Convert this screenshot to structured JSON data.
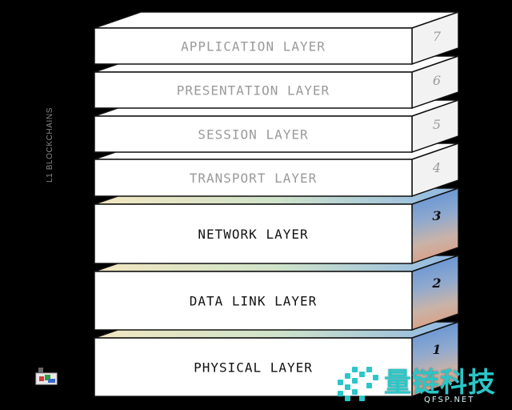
{
  "side_caption": "L1 BLOCKCHAINS",
  "layers": [
    {
      "label": "APPLICATION LAYER",
      "number": "7",
      "highlighted": false
    },
    {
      "label": "PRESENTATION LAYER",
      "number": "6",
      "highlighted": false
    },
    {
      "label": "SESSION LAYER",
      "number": "5",
      "highlighted": false
    },
    {
      "label": "TRANSPORT LAYER",
      "number": "4",
      "highlighted": false
    },
    {
      "label": "NETWORK LAYER",
      "number": "3",
      "highlighted": true
    },
    {
      "label": "DATA LINK LAYER",
      "number": "2",
      "highlighted": true
    },
    {
      "label": "PHYSICAL LAYER",
      "number": "1",
      "highlighted": true
    }
  ],
  "colors": {
    "background": "#000000",
    "face": "#ffffff",
    "outline": "#111111",
    "dim_text": "#9a9a9a",
    "active_text": "#111111",
    "side_plain": "#f2f2f2",
    "gradient_blue": "#5b8fd6",
    "gradient_peach": "#d9a088",
    "watermark": "#2bc6c8"
  },
  "watermark": {
    "name": "量链科技",
    "url": "QFSP.NET"
  },
  "icons": {
    "corner": "broken-image-icon"
  }
}
